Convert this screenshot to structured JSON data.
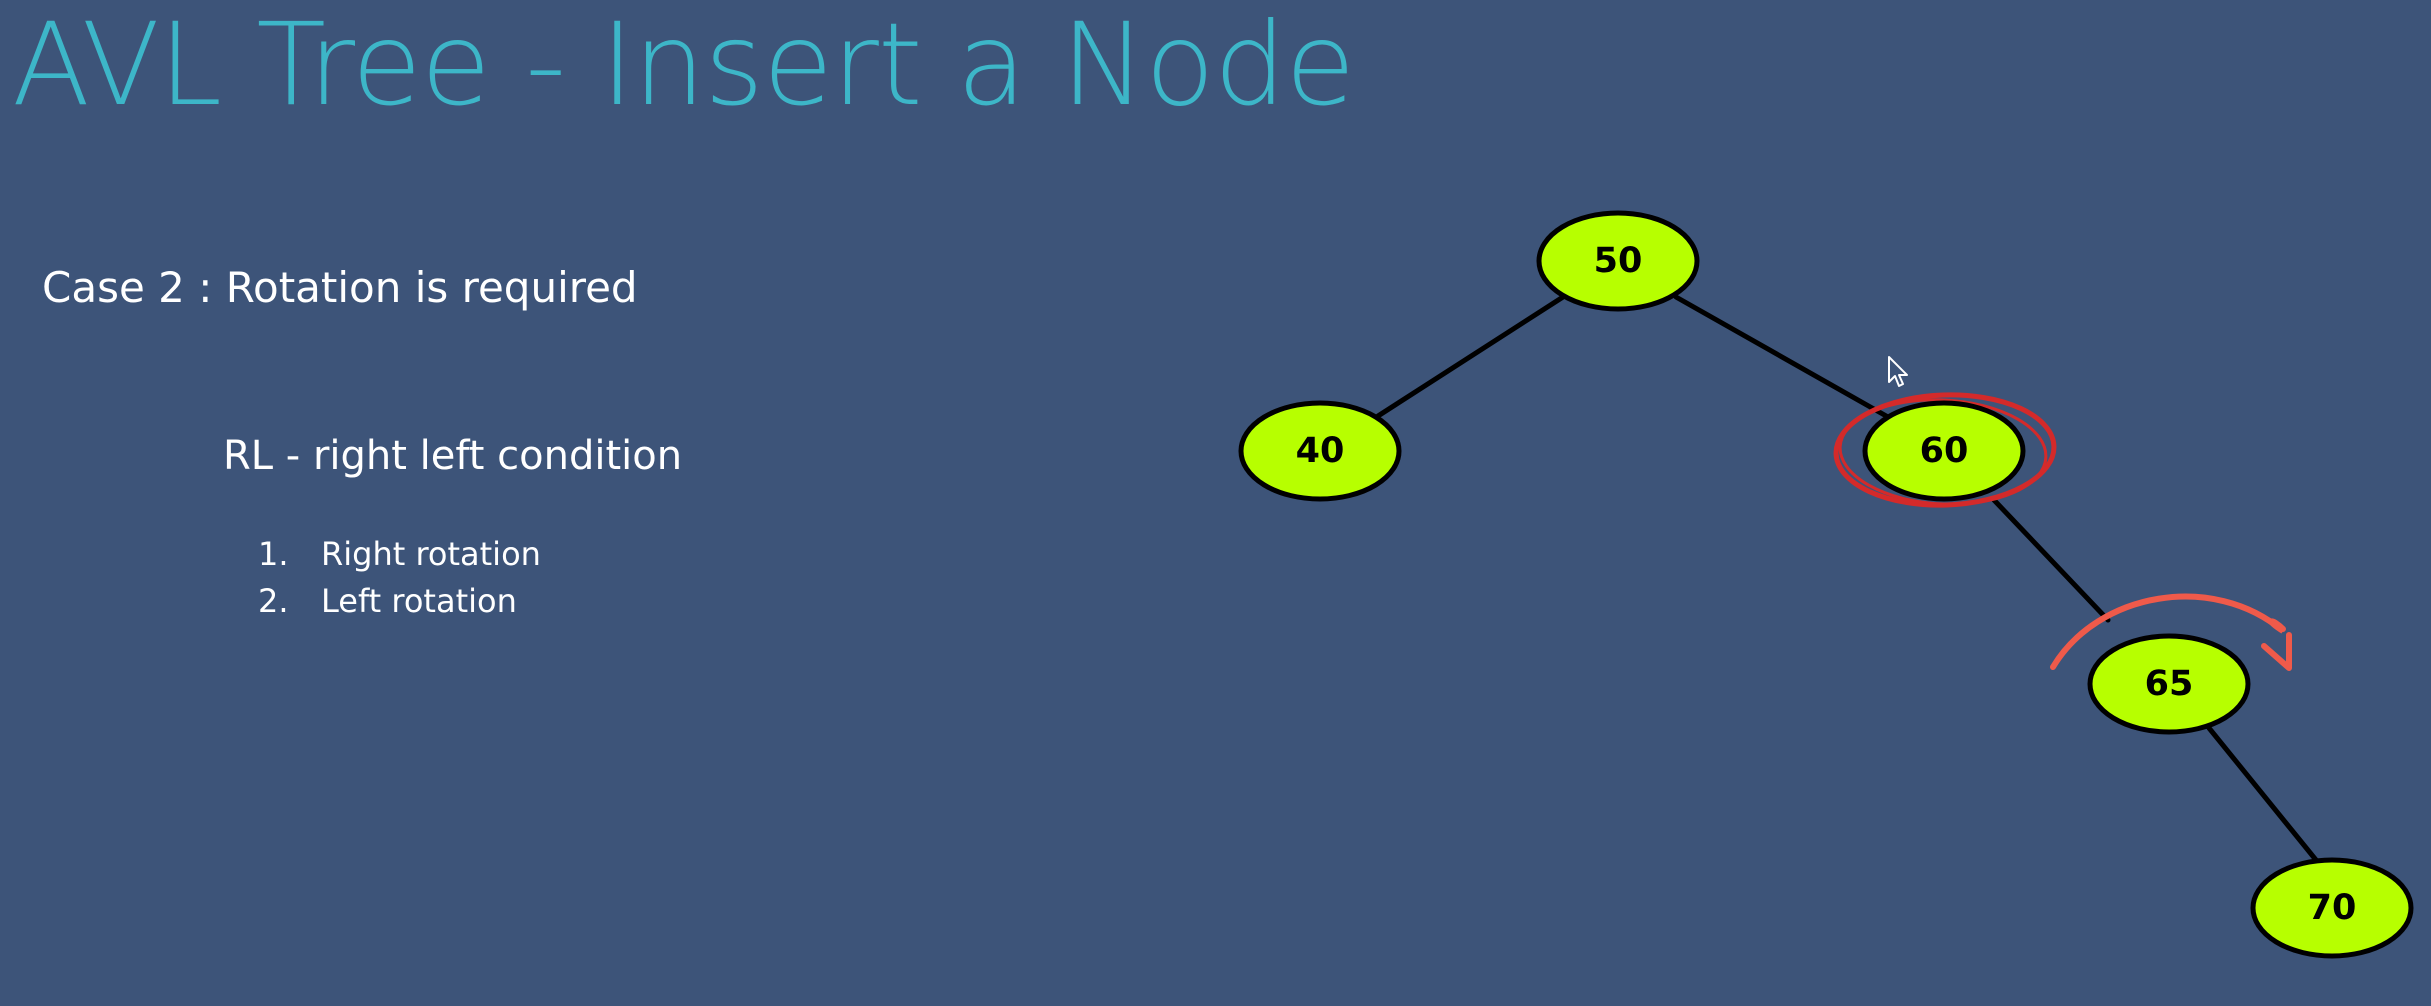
{
  "slide": {
    "title": "AVL Tree - Insert a Node",
    "case_heading": "Case 2 : Rotation is required",
    "condition_heading": "RL - right left condition",
    "steps": [
      {
        "number": "1.",
        "label": "Right rotation"
      },
      {
        "number": "2.",
        "label": "Left rotation"
      }
    ]
  },
  "tree": {
    "nodes": [
      {
        "id": "50",
        "label": "50"
      },
      {
        "id": "40",
        "label": "40"
      },
      {
        "id": "60",
        "label": "60",
        "highlighted": true
      },
      {
        "id": "65",
        "label": "65",
        "rotation_arrow": "clockwise"
      },
      {
        "id": "70",
        "label": "70"
      }
    ],
    "edges": [
      {
        "from": "50",
        "to": "40"
      },
      {
        "from": "50",
        "to": "60"
      },
      {
        "from": "60",
        "to": "65"
      },
      {
        "from": "65",
        "to": "70"
      }
    ]
  },
  "colors": {
    "background": "#3d5479",
    "title": "#3db6c8",
    "text": "#ffffff",
    "node_fill": "#b7ff00",
    "node_stroke": "#000000",
    "highlight_ring": "#d42a2a",
    "rotation_arrow": "#ef5a4a"
  },
  "icons": {
    "cursor": "mouse-pointer-icon",
    "rotation": "curved-arrow-icon",
    "highlight": "circle-highlight-icon"
  }
}
